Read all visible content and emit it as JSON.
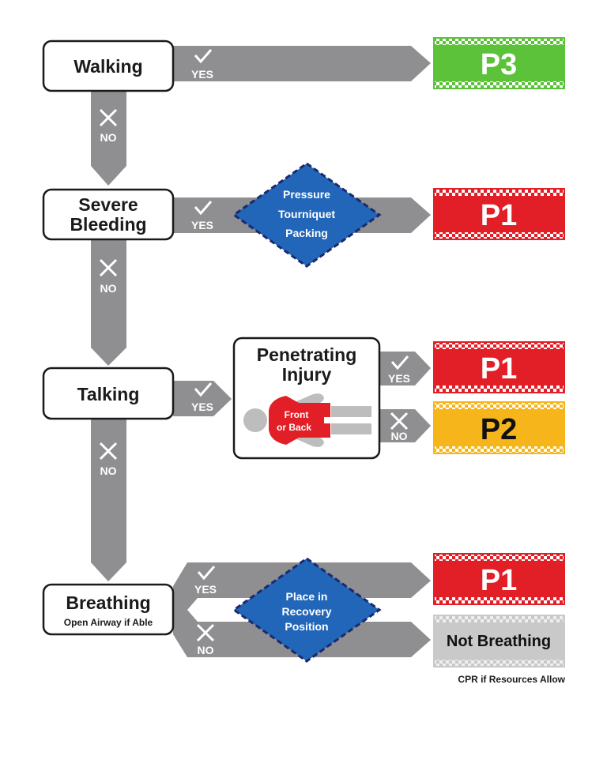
{
  "colors": {
    "arrow": "#8f8e90",
    "p3": "#5cc23a",
    "p1": "#e21e26",
    "p2": "#f6b51a",
    "not_breathing": "#c9c9c9",
    "diamond": "#2166b8",
    "diamond_border": "#1b2a6b"
  },
  "steps": {
    "walking": {
      "title": "Walking",
      "yes": "YES",
      "no": "NO",
      "result": "P3"
    },
    "bleeding": {
      "title_line1": "Severe",
      "title_line2": "Bleeding",
      "yes": "YES",
      "no": "NO",
      "action": [
        "Pressure",
        "Tourniquet",
        "Packing"
      ],
      "result": "P1"
    },
    "talking": {
      "title": "Talking",
      "yes": "YES",
      "no": "NO"
    },
    "penetrating": {
      "title_line1": "Penetrating",
      "title_line2": "Injury",
      "figure_label_line1": "Front",
      "figure_label_line2": "or Back",
      "yes": "YES",
      "no": "NO",
      "result_yes": "P1",
      "result_no": "P2"
    },
    "breathing": {
      "title": "Breathing",
      "subtitle": "Open Airway if Able",
      "yes": "YES",
      "no": "NO",
      "action": [
        "Place in",
        "Recovery",
        "Position"
      ],
      "result_yes": "P1",
      "result_no": "Not Breathing",
      "result_no_note": "CPR if Resources Allow"
    }
  },
  "icons": {
    "yes": "check-icon",
    "no": "x-icon"
  }
}
